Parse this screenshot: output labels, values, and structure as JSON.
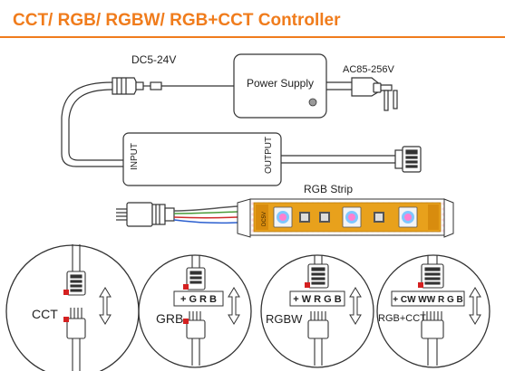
{
  "header": {
    "title": "CCT/ RGB/ RGBW/ RGB+CCT Controller"
  },
  "diagram": {
    "dc_input_label": "DC5-24V",
    "power_supply_label": "Power Supply",
    "ac_input_label": "AC85-256V",
    "controller_input_label": "INPUT",
    "controller_output_label": "OUTPUT",
    "strip_label": "RGB Strip",
    "strip_pad_label": "DC5V"
  },
  "modes": [
    {
      "name": "CCT",
      "pins": ""
    },
    {
      "name": "GRB",
      "pins": "+ G R B"
    },
    {
      "name": "RGBW",
      "pins": "+ W R G B"
    },
    {
      "name": "RGB+CCT",
      "pins": "+ CW WW R G B"
    }
  ],
  "colors": {
    "accent": "#f07c1c",
    "outline": "#333333",
    "marker": "#d42020",
    "strip": "#e8a11c"
  }
}
